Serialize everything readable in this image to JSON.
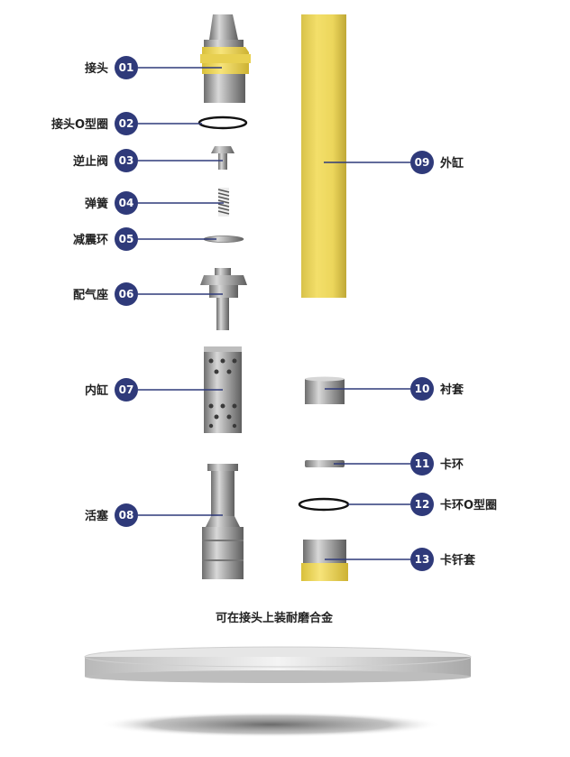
{
  "parts": [
    {
      "id": "01",
      "label": "接头"
    },
    {
      "id": "02",
      "label": "接头O型圈"
    },
    {
      "id": "03",
      "label": "逆止阀"
    },
    {
      "id": "04",
      "label": "弹簧"
    },
    {
      "id": "05",
      "label": "减震环"
    },
    {
      "id": "06",
      "label": "配气座"
    },
    {
      "id": "07",
      "label": "内缸"
    },
    {
      "id": "08",
      "label": "活塞"
    },
    {
      "id": "09",
      "label": "外缸"
    },
    {
      "id": "10",
      "label": "衬套"
    },
    {
      "id": "11",
      "label": "卡环"
    },
    {
      "id": "12",
      "label": "卡环O型圈"
    },
    {
      "id": "13",
      "label": "卡钎套"
    }
  ],
  "note": "可在接头上装耐磨合金",
  "colors": {
    "badge": "#2f3a7a",
    "leader": "#2f3a7a",
    "yellow": "#f2dc5a",
    "steel": "#9a9a9a"
  }
}
